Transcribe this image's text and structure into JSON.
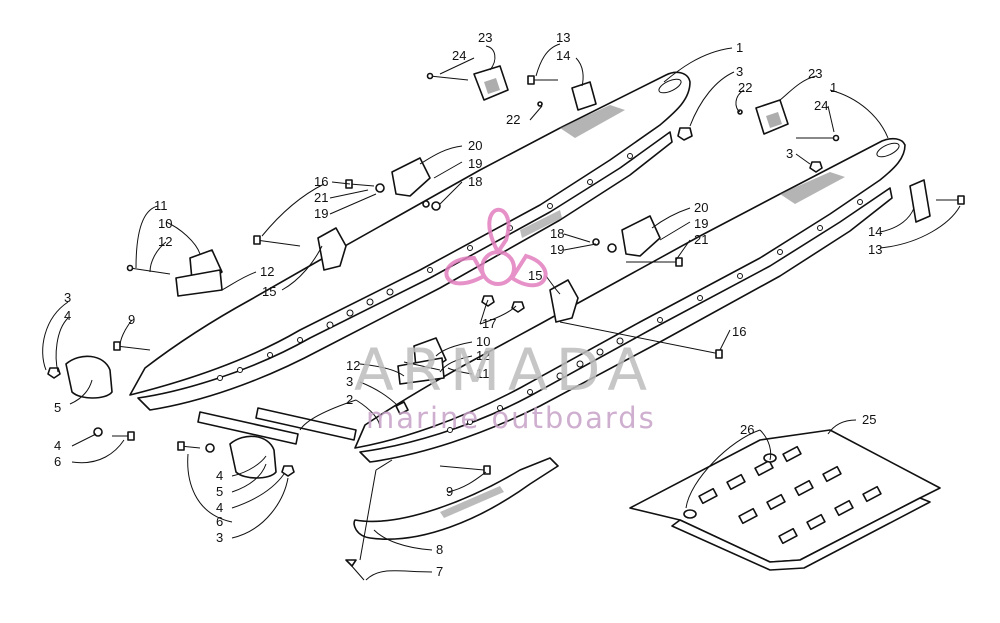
{
  "watermark": {
    "brand": "ARMADA",
    "tagline": "marine outboards"
  },
  "callouts": [
    "1",
    "2",
    "3",
    "4",
    "5",
    "6",
    "7",
    "8",
    "9",
    "10",
    "11",
    "12",
    "13",
    "14",
    "15",
    "16",
    "17",
    "18",
    "19",
    "20",
    "21",
    "22",
    "23",
    "24",
    "25",
    "26"
  ],
  "colors": {
    "ink": "#111111",
    "watermark_gray": "#bdbdbd",
    "watermark_pink": "#e27fbf"
  }
}
